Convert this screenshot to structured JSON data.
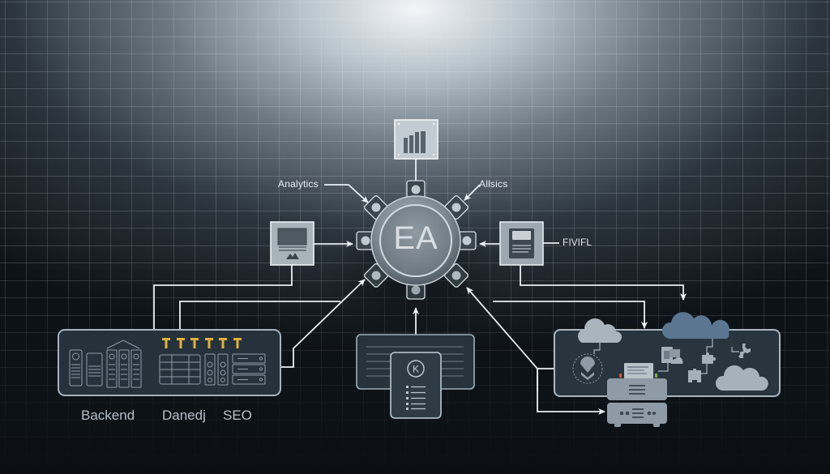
{
  "diagram": {
    "hub": {
      "label": "EA"
    },
    "top_node": {
      "icon": "bar-chart-icon"
    },
    "labels": {
      "analytics": "Analytics",
      "allsics": "Allsics",
      "fivifl": "FIVIFL"
    },
    "left_node": {
      "icon": "monitor-icon"
    },
    "right_node": {
      "icon": "document-window-icon"
    },
    "bottom_labels": [
      "Backend",
      "Danedj",
      "SEO"
    ],
    "backend_panel": {
      "icons": [
        "server-tower-icon",
        "server-tower-icon",
        "server-rack-icon",
        "server-rack-icon",
        "server-rack-icon",
        "data-table-icon",
        "control-panel-icon",
        "control-panel-icon",
        "storage-drives-icon"
      ],
      "connector_count": 6,
      "connector_color": "#e0b13a"
    },
    "center_panel": {
      "icon": "document-list-icon",
      "badge": "K"
    },
    "cloud_panel": {
      "icons": [
        "cloud-icon",
        "cloud-icon-accent",
        "cloud-icon",
        "shield-icon",
        "documents-icon",
        "puzzle-icon",
        "puzzle-icon",
        "wrench-icon",
        "printer-icon",
        "server-unit-icon"
      ]
    },
    "colors": {
      "background": "#0d1217",
      "grid_glow": "#c9d3da",
      "line": "#e8eef2",
      "panel_fill": "#2a3640",
      "panel_stroke": "#9fb0bd",
      "accent_cloud": "#5b7891",
      "gray_cloud": "#a3afb9",
      "connector_gold": "#e0b13a"
    }
  }
}
